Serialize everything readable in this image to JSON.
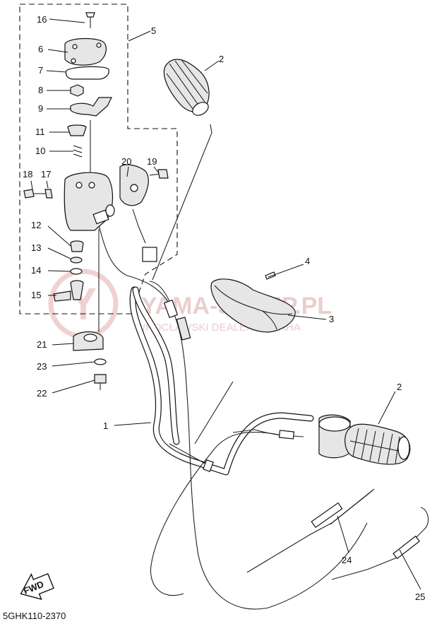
{
  "diagram": {
    "code": "5GHK110-2370",
    "fwd_label": "FWD",
    "watermark": {
      "title": "YAMA-SKLEP.PL",
      "subtitle": "WROCŁAWSKI DEALER YAMAHA"
    },
    "callouts": {
      "c16": "16",
      "c6": "6",
      "c7": "7",
      "c8": "8",
      "c9": "9",
      "c11": "11",
      "c10": "10",
      "c5": "5",
      "c2a": "2",
      "c20": "20",
      "c19": "19",
      "c18": "18",
      "c17": "17",
      "c12": "12",
      "c13": "13",
      "c14": "14",
      "c15": "15",
      "c4": "4",
      "c3": "3",
      "c21": "21",
      "c23": "23",
      "c22": "22",
      "c1": "1",
      "c2b": "2",
      "c24": "24",
      "c25": "25"
    }
  }
}
